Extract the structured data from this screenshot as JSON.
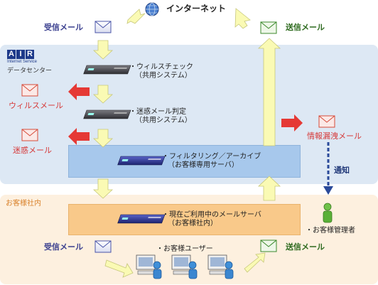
{
  "logo": {
    "letters": [
      "A",
      "I",
      "R"
    ],
    "subtitle": "Internet Service",
    "caption": "データセンター"
  },
  "internet": "インターネット",
  "receive_mail_top": "受信メール",
  "send_mail_top": "送信メール",
  "virus_check": {
    "line1": "・ウィルスチェック",
    "line2": "（共用システム）"
  },
  "spam_check": {
    "line1": "・迷惑メール判定",
    "line2": "（共用システム）"
  },
  "virus_mail": "ウィルスメール",
  "spam_mail": "迷惑メール",
  "filter": {
    "line1": "・フィルタリング／アーカイブ",
    "line2": "（お客様専用サーバ）"
  },
  "leak_mail": "情報漏洩メール",
  "notify": "通知",
  "office": "お客様社内",
  "mail_server": {
    "line1": "・現在ご利用中のメールサーバ",
    "line2": "（お客様社内）"
  },
  "admin": "・お客様管理者",
  "users": "・お客様ユーザー",
  "receive_mail_bottom": "受信メール",
  "send_mail_bottom": "送信メール",
  "colors": {
    "datacenter_bg": "#dde8f4",
    "office_bg": "#fdf0df",
    "filter_box": "#a7c8ec",
    "mail_server_box": "#f9c98a",
    "flow_arrow": "#fafab4",
    "reject_arrow": "#e53935",
    "notify_arrow": "#2a4a9a"
  }
}
